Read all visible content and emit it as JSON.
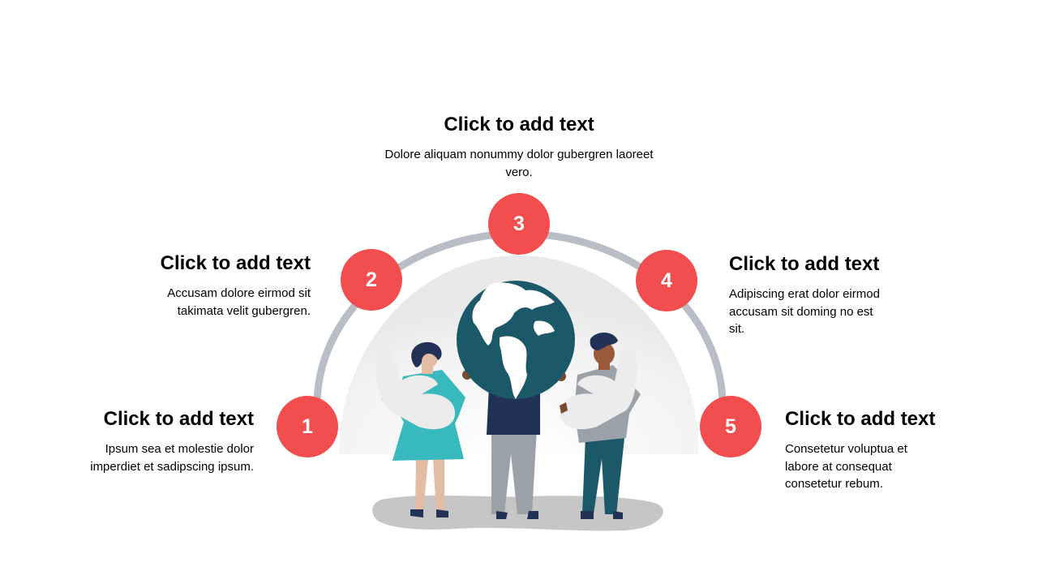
{
  "colors": {
    "accent": "#f24e4f",
    "arc": "#b9bec6",
    "globe_ocean": "#1c5968",
    "globe_land": "#ffffff",
    "teal": "#38b9bd",
    "navy": "#223256",
    "grey": "#9aa1a8",
    "shadow": "#c6c6c6"
  },
  "steps": [
    {
      "number": "1",
      "title": "Click to add text",
      "desc": "Ipsum sea et molestie dolor imperdiet et sadipscing ipsum."
    },
    {
      "number": "2",
      "title": "Click to add text",
      "desc": "Accusam dolore eirmod sit takimata velit gubergren."
    },
    {
      "number": "3",
      "title": "Click to add text",
      "desc": "Dolore aliquam nonummy dolor gubergren laoreet vero."
    },
    {
      "number": "4",
      "title": "Click to add text",
      "desc": "Adipiscing erat dolor eirmod accusam sit doming no est sit."
    },
    {
      "number": "5",
      "title": "Click to add text",
      "desc": "Consetetur voluptua et labore at consequat consetetur rebum."
    }
  ]
}
